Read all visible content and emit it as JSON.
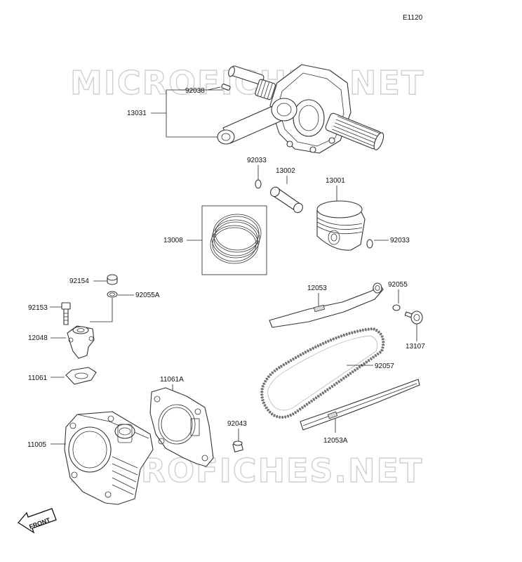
{
  "diagram_code": "E1120",
  "watermark": "MICROFICHES.NET",
  "front_arrow": "FRONT",
  "callouts": {
    "p92038": "92038",
    "p13031": "13031",
    "p92033_top": "92033",
    "p13002": "13002",
    "p13001": "13001",
    "p13008": "13008",
    "p92033_right": "92033",
    "p92154": "92154",
    "p92055a": "92055A",
    "p92153": "92153",
    "p12048": "12048",
    "p12053": "12053",
    "p92055": "92055",
    "p13107": "13107",
    "p11061": "11061",
    "p11061a": "11061A",
    "p92057": "92057",
    "p92043": "92043",
    "p11005": "11005",
    "p12053a": "12053A"
  }
}
